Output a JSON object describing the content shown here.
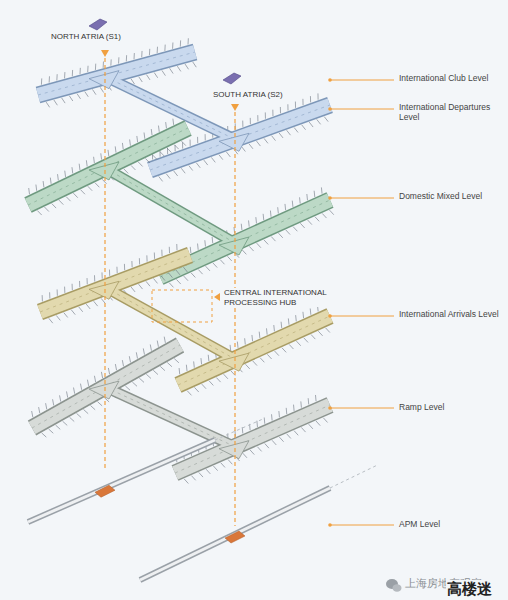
{
  "diagram": {
    "labels": [
      "NORTH ATRIA (S1)",
      "International Club Level",
      "SOUTH ATRIA (S2)",
      "International Departures Level",
      "Domestic Mixed Level",
      "CENTRAL INTERNATIONAL PROCESSING HUB",
      "International Arrivals Level",
      "Ramp Level",
      "APM Level",
      "上海房地产观察",
      "高楼迷"
    ]
  }
}
